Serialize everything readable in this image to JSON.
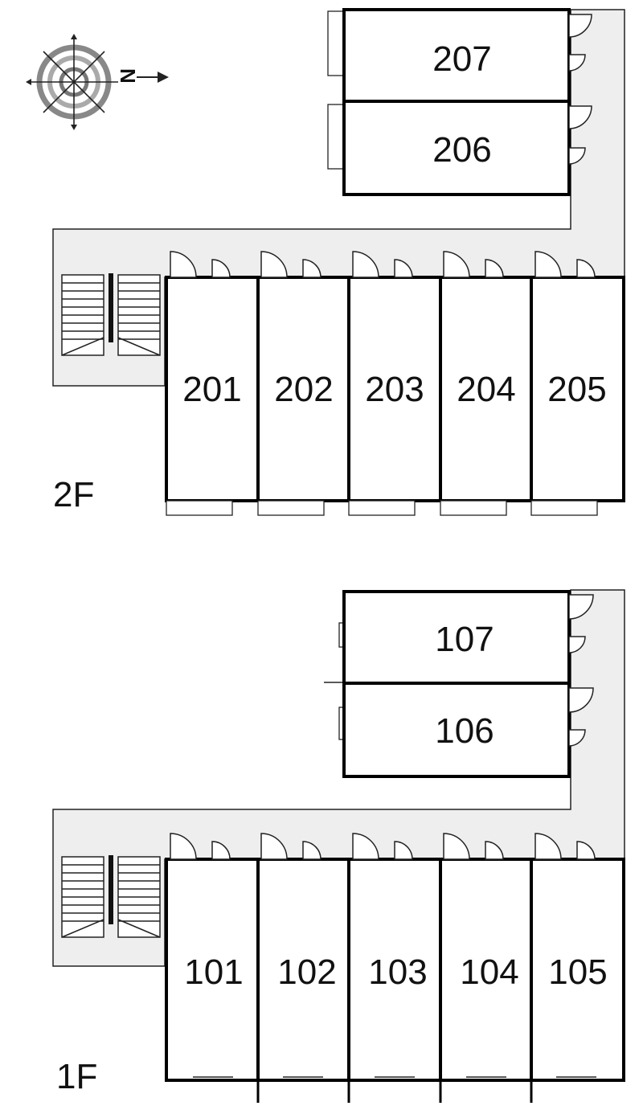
{
  "compass": {
    "north_label": "N",
    "icon": "compass-rose-icon"
  },
  "floors": [
    {
      "id": "2F",
      "label": "2F",
      "rooms_row": [
        "201",
        "202",
        "203",
        "204",
        "205"
      ],
      "rooms_stack": [
        "207",
        "206"
      ]
    },
    {
      "id": "1F",
      "label": "1F",
      "rooms_row": [
        "101",
        "102",
        "103",
        "104",
        "105"
      ],
      "rooms_stack": [
        "107",
        "106"
      ]
    }
  ],
  "colors": {
    "corridor": "#eeeeee",
    "wall": "#000000",
    "background": "#ffffff"
  }
}
